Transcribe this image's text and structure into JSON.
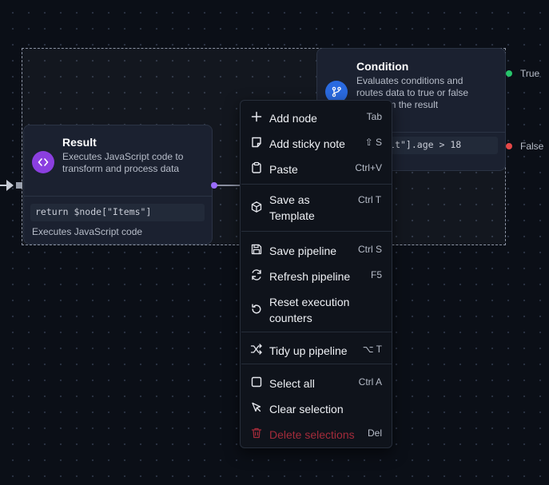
{
  "nodes": {
    "result": {
      "title": "Result",
      "description": "Executes JavaScript code to transform and process data",
      "code": "return $node[\"Items\"]",
      "footer": "Executes JavaScript code"
    },
    "condition": {
      "title": "Condition",
      "description": "Evaluates conditions and routes data to true or false based on the result",
      "code": "$node[\"Result\"].age > 18",
      "outputs": [
        "True",
        "False"
      ]
    }
  },
  "context_menu": {
    "items": [
      {
        "label": "Add node",
        "shortcut": "Tab",
        "icon": "plus-icon"
      },
      {
        "label": "Add sticky note",
        "shortcut": "⇧ S",
        "icon": "sticky-note-icon"
      },
      {
        "label": "Paste",
        "shortcut": "Ctrl+V",
        "icon": "clipboard-icon"
      },
      {
        "label": "Save as Template",
        "shortcut": "Ctrl T",
        "icon": "package-icon"
      },
      {
        "label": "Save pipeline",
        "shortcut": "Ctrl S",
        "icon": "floppy-icon"
      },
      {
        "label": "Refresh pipeline",
        "shortcut": "F5",
        "icon": "refresh-icon"
      },
      {
        "label": "Reset execution counters",
        "shortcut": "",
        "icon": "reset-icon"
      },
      {
        "label": "Tidy up pipeline",
        "shortcut": "⌥ T",
        "icon": "shuffle-icon"
      },
      {
        "label": "Select all",
        "shortcut": "Ctrl A",
        "icon": "square-icon"
      },
      {
        "label": "Clear selection",
        "shortcut": "",
        "icon": "cursor-icon"
      },
      {
        "label": "Delete selections",
        "shortcut": "Del",
        "icon": "trash-icon",
        "danger": true
      }
    ]
  },
  "colors": {
    "background": "#0b0f17",
    "result_icon": "#8b3fe0",
    "condition_icon": "#2a6ae0",
    "true_port": "#27c46b",
    "false_port": "#e54848",
    "danger_text": "#a32b3a"
  }
}
